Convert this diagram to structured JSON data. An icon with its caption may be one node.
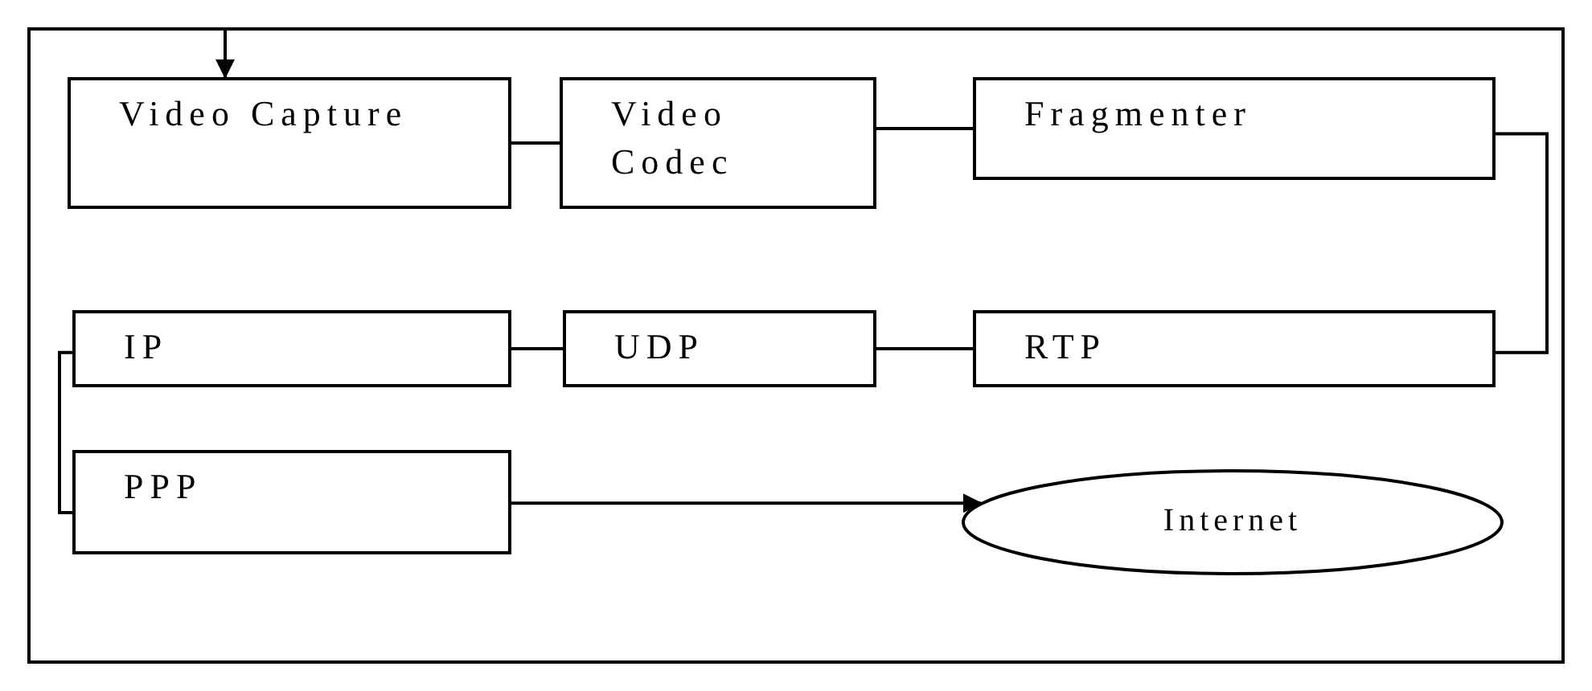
{
  "diagram": {
    "nodes": [
      {
        "text": [
          "Video Capture"
        ]
      },
      {
        "text": [
          "Video Codec"
        ]
      },
      {
        "text": [
          "Fragmenter"
        ]
      },
      {
        "text": [
          "IP"
        ]
      },
      {
        "text": [
          "UDP"
        ]
      },
      {
        "text": [
          "RTP"
        ]
      },
      {
        "text": [
          "PPP"
        ]
      },
      {
        "text": [
          "Internet"
        ]
      }
    ],
    "edges": [
      {
        "from": null,
        "to": 0,
        "arrow": "to"
      },
      {
        "from": 0,
        "to": 1,
        "arrow": "none"
      },
      {
        "from": 1,
        "to": 2,
        "arrow": "none"
      },
      {
        "from": 2,
        "to": 5,
        "arrow": "none"
      },
      {
        "from": 5,
        "to": 4,
        "arrow": "none"
      },
      {
        "from": 4,
        "to": 3,
        "arrow": "none"
      },
      {
        "from": 3,
        "to": 6,
        "arrow": "none"
      },
      {
        "from": 6,
        "to": 7,
        "arrow": "to"
      }
    ]
  }
}
